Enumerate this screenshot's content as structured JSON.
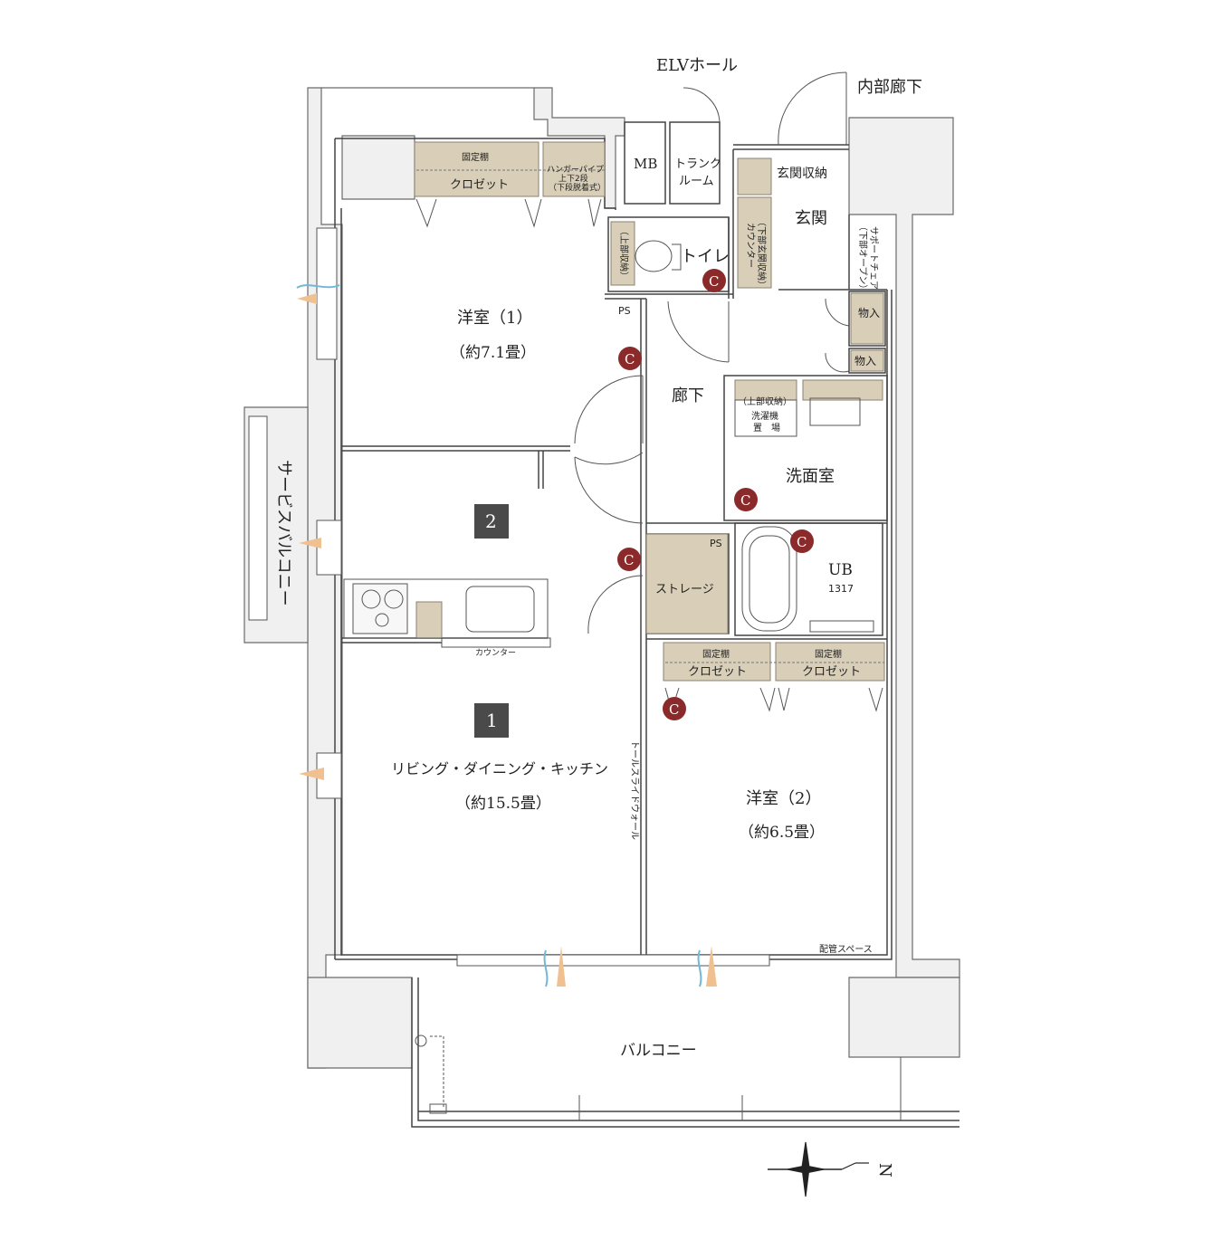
{
  "labels": {
    "elv_hall": "ELVホール",
    "inner_corridor": "内部廊下",
    "mb": "MB",
    "trunk_room_1": "トランク",
    "trunk_room_2": "ルーム",
    "entrance_storage": "玄関収納",
    "entrance": "玄関",
    "counter_v": "カウンター",
    "counter_v_sub": "（下部玄関収納）",
    "support_chair": "サポートチェア",
    "support_chair_sub": "（下部オープン）",
    "toilet": "トイレ",
    "toilet_storage": "（上部収納）",
    "ps_1": "PS",
    "ps_2": "PS",
    "storage_a": "物入",
    "storage_b": "物入",
    "hallway": "廊下",
    "washer_upper": "（上部収納）",
    "washer_1": "洗濯機",
    "washer_2": "置　場",
    "washroom": "洗面室",
    "ub": "UB",
    "ub_size": "1317",
    "storage_room": "ストレージ",
    "closet_shelf_1": "固定棚",
    "closet_1": "クロゼット",
    "hanger_1": "ハンガーパイプ",
    "hanger_2": "上下2段",
    "hanger_3": "（下段脱着式）",
    "western_1": "洋室（1）",
    "western_1_size": "（約7.1畳）",
    "service_balcony": "サービスバルコニー",
    "ldk_badge": "1",
    "room2_badge": "2",
    "kitchen_counter": "カウンター",
    "ldk": "リビング・ダイニング・キッチン",
    "ldk_size": "（約15.5畳）",
    "tall_slide": "トールスライドウォール",
    "closet_shelf_2": "固定棚",
    "closet_2": "クロゼット",
    "closet_shelf_3": "固定棚",
    "closet_3": "クロゼット",
    "western_2": "洋室（2）",
    "western_2_size": "（約6.5畳）",
    "pipe_space": "配管スペース",
    "balcony": "バルコニー",
    "north": "N",
    "c_mark": "C"
  },
  "colors": {
    "wall": "#eff0ef",
    "wall_edge": "#5a5a5a",
    "storage_fill": "#d9cfb8",
    "badge": "#4a4a4a",
    "c_mark": "#8b2a2a"
  }
}
